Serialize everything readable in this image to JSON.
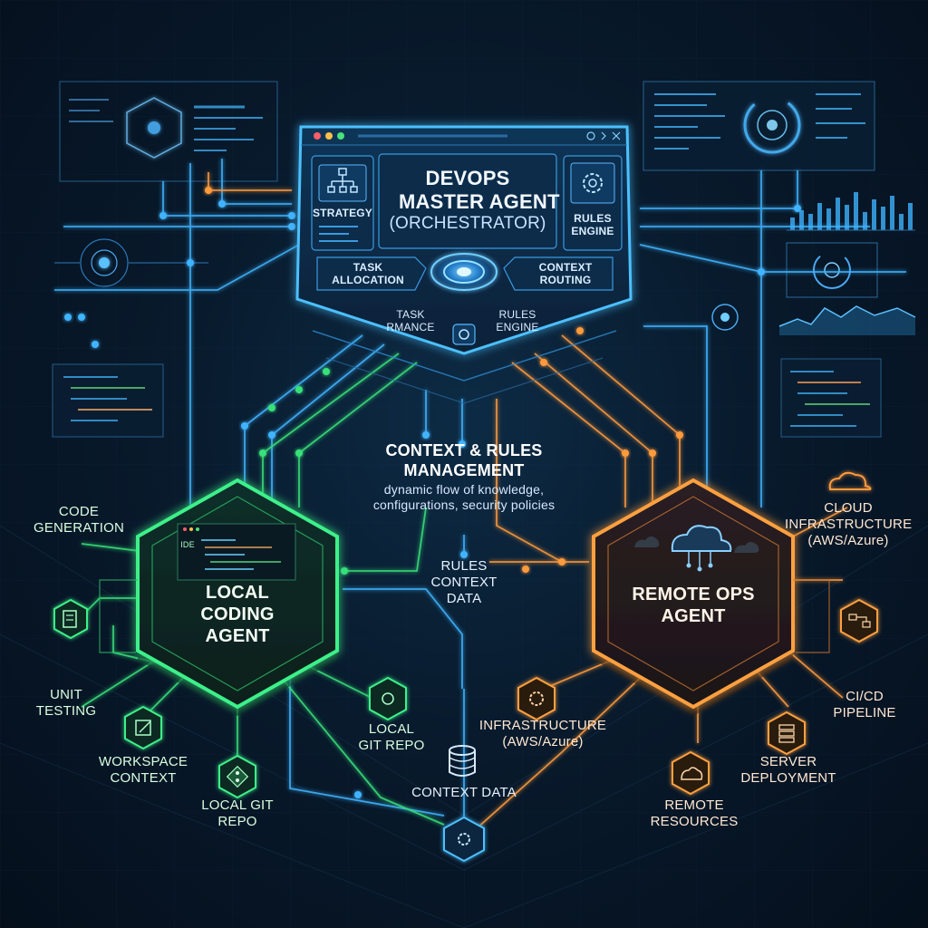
{
  "master": {
    "title_line1": "DEVOPS",
    "title_line2": "MASTER AGENT",
    "title_line3": "(ORCHESTRATOR)",
    "strategy_label": "STRATEGY",
    "rules_engine_label_line1": "RULES",
    "rules_engine_label_line2": "ENGINE",
    "task_allocation_line1": "TASK",
    "task_allocation_line2": "ALLOCATION",
    "context_routing_line1": "CONTEXT",
    "context_routing_line2": "ROUTING",
    "task_rmance_line1": "TASK",
    "task_rmance_line2": "RMANCE",
    "rules_engine_lower_line1": "RULES",
    "rules_engine_lower_line2": "ENGINE"
  },
  "center": {
    "heading_line1": "CONTEXT & RULES",
    "heading_line2": "MANAGEMENT",
    "desc_line1": "dynamic flow of knowledge,",
    "desc_line2": "configurations, security policies",
    "flow_line1": "RULES",
    "flow_line2": "CONTEXT",
    "flow_line3": "DATA",
    "context_data": "CONTEXT DATA"
  },
  "local_agent": {
    "title_line1": "LOCAL",
    "title_line2": "CODING",
    "title_line3": "AGENT",
    "ide_label": "IDE",
    "code_generation_line1": "CODE",
    "code_generation_line2": "GENERATION",
    "unit_testing_line1": "UNIT",
    "unit_testing_line2": "TESTING",
    "workspace_context_line1": "WORKSPACE",
    "workspace_context_line2": "CONTEXT",
    "local_git_repo_a_line1": "LOCAL GIT",
    "local_git_repo_a_line2": "REPO",
    "local_git_repo_b_line1": "LOCAL",
    "local_git_repo_b_line2": "GIT REPO"
  },
  "remote_agent": {
    "title_line1": "REMOTE OPS",
    "title_line2": "AGENT",
    "cloud_infra_line1": "CLOUD",
    "cloud_infra_line2": "INFRASTRUCTURE",
    "cloud_infra_line3": "(AWS/Azure)",
    "cicd_line1": "CI/CD",
    "cicd_line2": "PIPELINE",
    "server_deploy_line1": "SERVER",
    "server_deploy_line2": "DEPLOYMENT",
    "remote_resources_line1": "REMOTE",
    "remote_resources_line2": "RESOURCES",
    "infrastructure_line1": "INFRASTRUCTURE",
    "infrastructure_line2": "(AWS/Azure)"
  },
  "colors": {
    "blue": "#3fb4ff",
    "green": "#39e07a",
    "orange": "#ff9a3c",
    "background": "#071628"
  }
}
